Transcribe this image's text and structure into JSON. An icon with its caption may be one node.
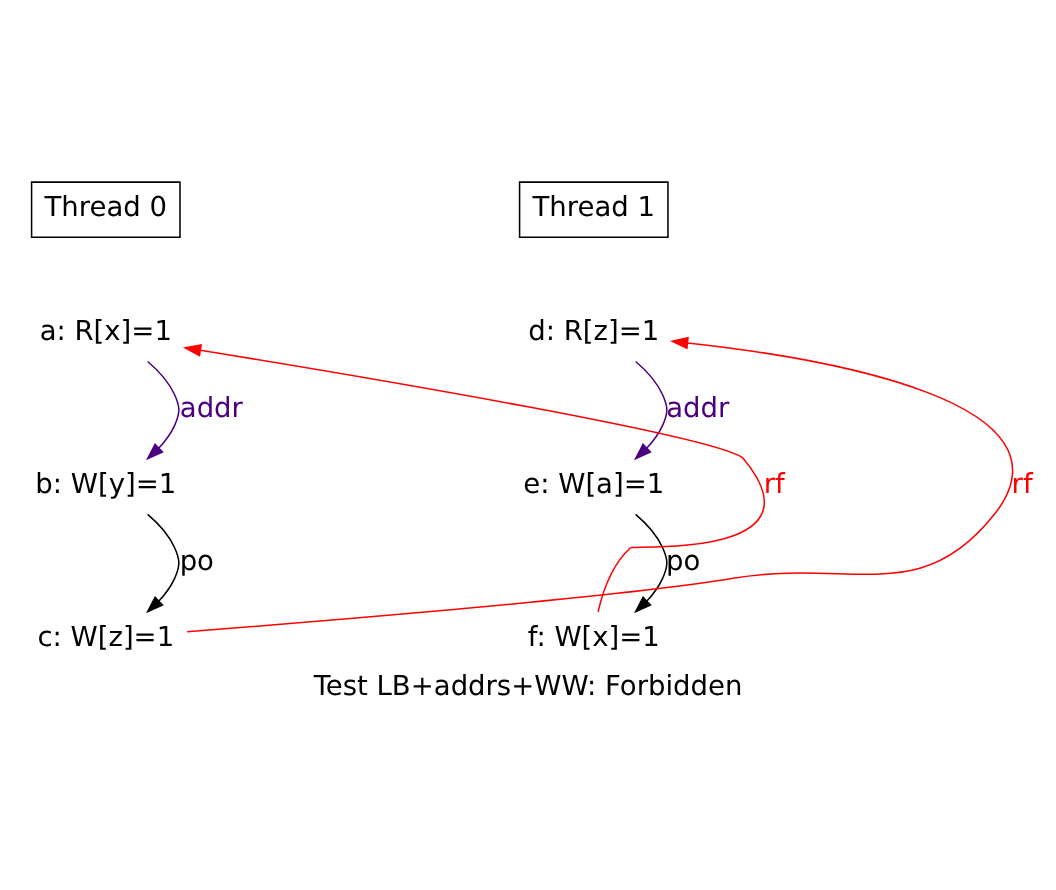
{
  "diagram": {
    "caption": "Test LB+addrs+WW: Forbidden",
    "nodes": [
      {
        "text": [
          "Thread 0"
        ]
      },
      {
        "text": [
          "Thread 1"
        ]
      },
      {
        "text": [
          "a: R[x]=1"
        ]
      },
      {
        "text": [
          "d: R[z]=1"
        ]
      },
      {
        "text": [
          "b: W[y]=1"
        ]
      },
      {
        "text": [
          "e: W[a]=1"
        ]
      },
      {
        "text": [
          "c: W[z]=1"
        ]
      },
      {
        "text": [
          "f: W[x]=1"
        ]
      }
    ],
    "edges": [
      {
        "from": 2,
        "to": 4,
        "arrow": "to",
        "label": "addr",
        "color": "#4b0082"
      },
      {
        "from": 4,
        "to": 6,
        "arrow": "to",
        "label": "po",
        "color": "#000000"
      },
      {
        "from": 3,
        "to": 5,
        "arrow": "to",
        "label": "addr",
        "color": "#4b0082"
      },
      {
        "from": 5,
        "to": 7,
        "arrow": "to",
        "label": "po",
        "color": "#000000"
      },
      {
        "from": 6,
        "to": 3,
        "arrow": "to",
        "label": "rf",
        "color": "#ff0000"
      },
      {
        "from": 7,
        "to": 2,
        "arrow": "to",
        "label": "rf",
        "color": "#ff0000"
      }
    ]
  }
}
